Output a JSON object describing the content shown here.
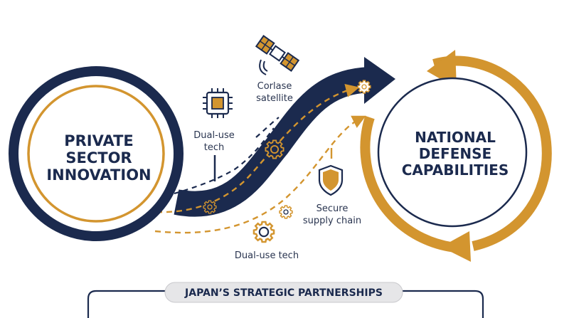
{
  "left_hub": {
    "line1": "PRIVATE",
    "line2": "SECTOR",
    "line3": "INNOVATION"
  },
  "right_hub": {
    "line1": "NATIONAL",
    "line2": "DEFENSE",
    "line3": "CAPABILITIES"
  },
  "labels": {
    "corlase_line1": "Corlase",
    "corlase_line2": "satellite",
    "dualuse_top_line1": "Dual-use",
    "dualuse_top_line2": "tech",
    "secure_line1": "Secure",
    "secure_line2": "supply chain",
    "dualuse_bottom": "Dual-use tech"
  },
  "banner": {
    "title": "JAPAN’S STRATEGIC PARTNERSHIPS"
  },
  "colors": {
    "navy": "#1b2a4e",
    "gold": "#d3952f",
    "text": "#2a3550",
    "banner_bg": "#e6e6e8"
  },
  "icons": [
    "chip-icon",
    "satellite-icon",
    "shield-icon",
    "gear-icon"
  ]
}
